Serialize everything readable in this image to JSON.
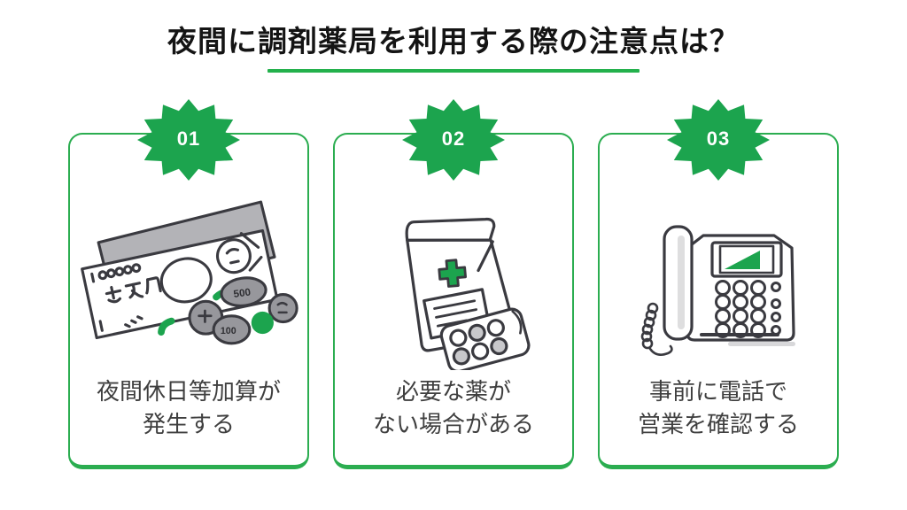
{
  "header": {
    "title": "夜間に調剤薬局を利用する際の注意点は？"
  },
  "colors": {
    "brand_green": "#1ca44e",
    "card_border_green": "#2bad50",
    "underline_green": "#23b14c",
    "illustration_stroke": "#3a3a40",
    "illustration_gray": "#97979c",
    "caption_text": "#3f3f3f"
  },
  "cards": [
    {
      "number": "01",
      "icon": "money-banknotes-coins-illustration",
      "caption_line1": "夜間休日等加算が",
      "caption_line2": "発生する"
    },
    {
      "number": "02",
      "icon": "medicine-bag-pills-illustration",
      "caption_line1": "必要な薬が",
      "caption_line2": "ない場合がある"
    },
    {
      "number": "03",
      "icon": "desk-phone-illustration",
      "caption_line1": "事前に電話で",
      "caption_line2": "営業を確認する"
    }
  ]
}
